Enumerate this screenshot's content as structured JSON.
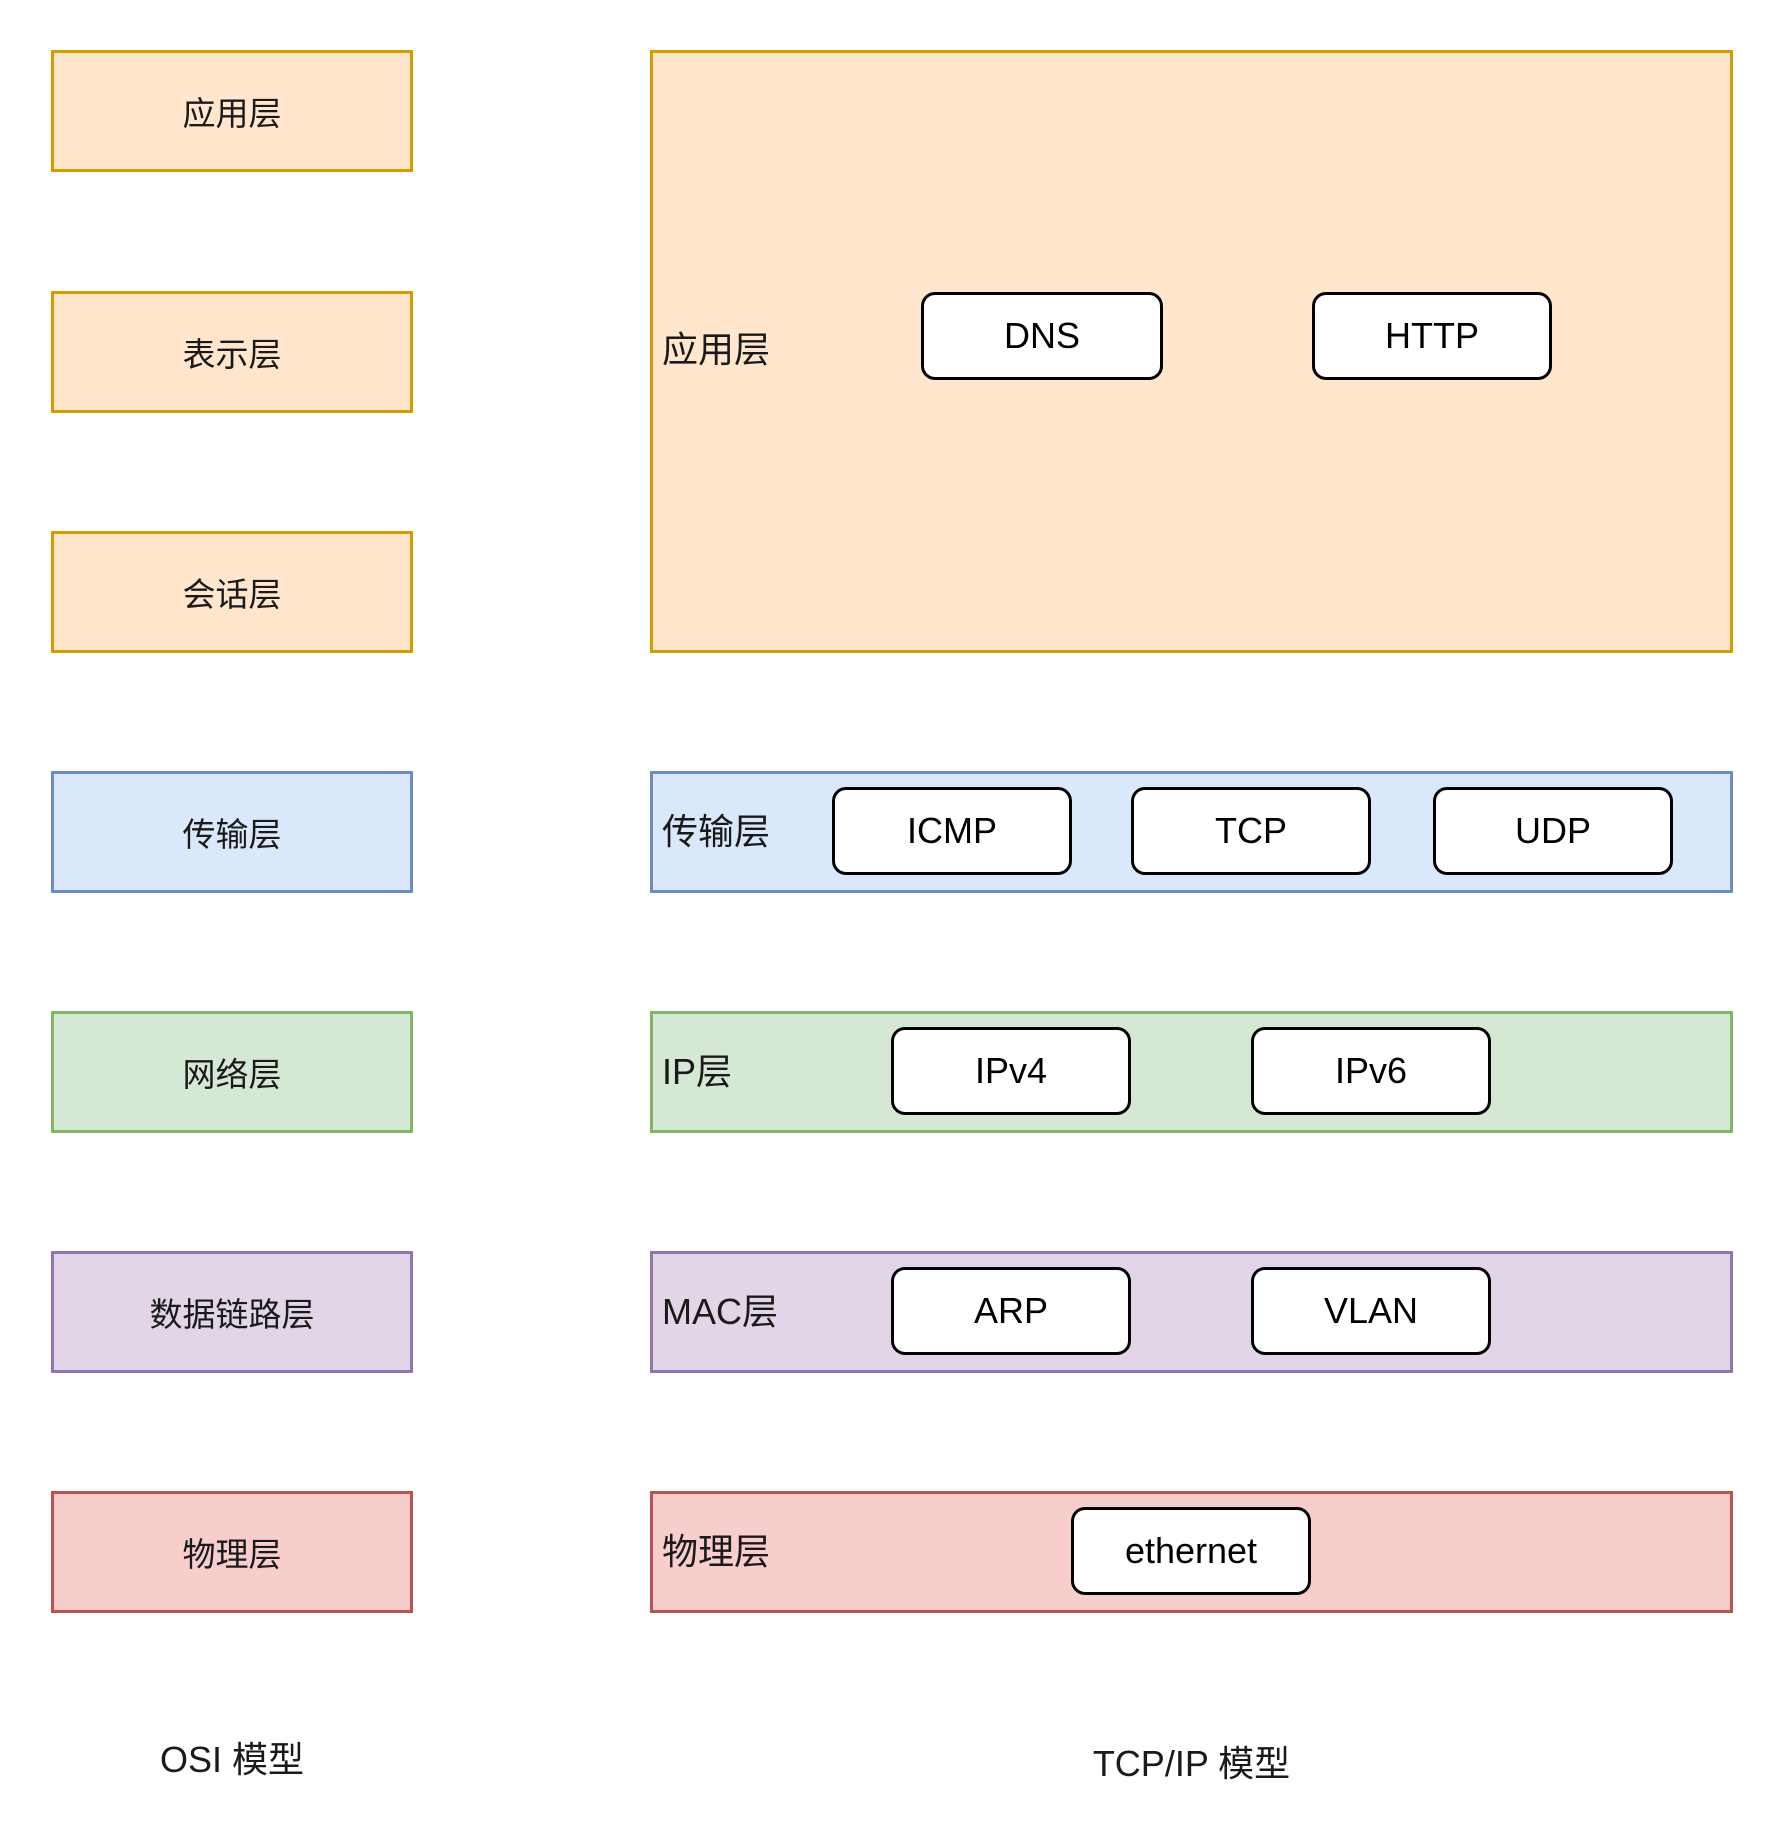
{
  "title": "OSI model vs TCP/IP model layer diagram",
  "colors": {
    "orange_fill": "#ffe6cc",
    "orange_border": "#d79b00",
    "blue_fill": "#dae8fc",
    "blue_border": "#6c8ebf",
    "green_fill": "#d5e8d4",
    "green_border": "#82b366",
    "purple_fill": "#e1d5e7",
    "purple_border": "#9673a6",
    "red_fill": "#f8cecc",
    "red_border": "#b85450",
    "proto_box_fill": "#ffffff",
    "proto_box_border": "#000000"
  },
  "osi": {
    "caption": "OSI 模型",
    "layers": [
      {
        "label": "应用层"
      },
      {
        "label": "表示层"
      },
      {
        "label": "会话层"
      },
      {
        "label": "传输层"
      },
      {
        "label": "网络层"
      },
      {
        "label": "数据链路层"
      },
      {
        "label": "物理层"
      }
    ]
  },
  "tcpip": {
    "caption": "TCP/IP 模型",
    "rows": [
      {
        "label": "应用层",
        "color": "orange",
        "protocols": [
          "DNS",
          "HTTP"
        ]
      },
      {
        "label": "传输层",
        "color": "blue",
        "protocols": [
          "ICMP",
          "TCP",
          "UDP"
        ]
      },
      {
        "label": "IP层",
        "color": "green",
        "protocols": [
          "IPv4",
          "IPv6"
        ]
      },
      {
        "label": "MAC层",
        "color": "purple",
        "protocols": [
          "ARP",
          "VLAN"
        ]
      },
      {
        "label": "物理层",
        "color": "red",
        "protocols": [
          "ethernet"
        ]
      }
    ]
  }
}
